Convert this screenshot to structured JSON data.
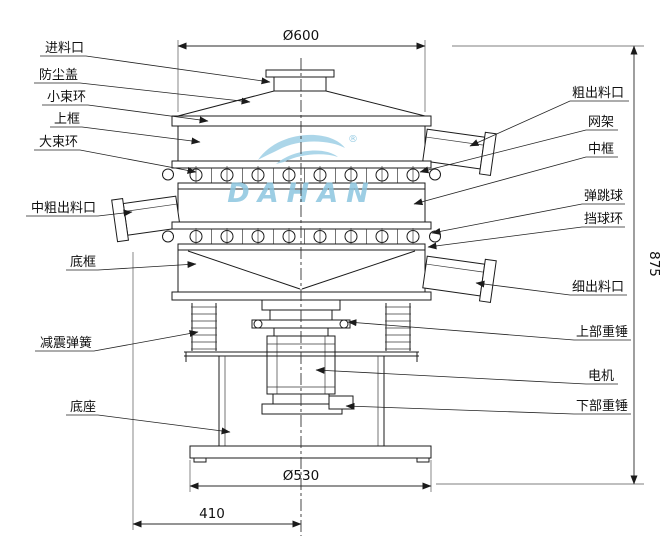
{
  "watermark": {
    "brand": "DAHAN",
    "registered": "®"
  },
  "dimensions": {
    "top_diameter": "Ø600",
    "bottom_diameter": "Ø530",
    "offset_width": "410",
    "total_height": "875"
  },
  "labels": {
    "left": [
      {
        "id": "feed-inlet",
        "text": "进料口"
      },
      {
        "id": "dust-cover",
        "text": "防尘盖"
      },
      {
        "id": "small-clamp-ring",
        "text": "小束环"
      },
      {
        "id": "upper-frame",
        "text": "上框"
      },
      {
        "id": "large-clamp-ring",
        "text": "大束环"
      },
      {
        "id": "mid-coarse-outlet",
        "text": "中粗出料口"
      },
      {
        "id": "bottom-frame",
        "text": "底框"
      },
      {
        "id": "damping-spring",
        "text": "减震弹簧"
      },
      {
        "id": "machine-base",
        "text": "底座"
      }
    ],
    "right": [
      {
        "id": "coarse-outlet",
        "text": "粗出料口"
      },
      {
        "id": "screen-frame",
        "text": "网架"
      },
      {
        "id": "middle-frame",
        "text": "中框"
      },
      {
        "id": "bouncing-ball",
        "text": "弹跳球"
      },
      {
        "id": "ball-stop-ring",
        "text": "挡球环"
      },
      {
        "id": "fine-outlet",
        "text": "细出料口"
      },
      {
        "id": "upper-weight",
        "text": "上部重锤"
      },
      {
        "id": "motor",
        "text": "电机"
      },
      {
        "id": "lower-weight",
        "text": "下部重锤"
      }
    ]
  },
  "colors": {
    "line": "#1b1b1b",
    "watermark_blue": "#9ecfe5"
  }
}
